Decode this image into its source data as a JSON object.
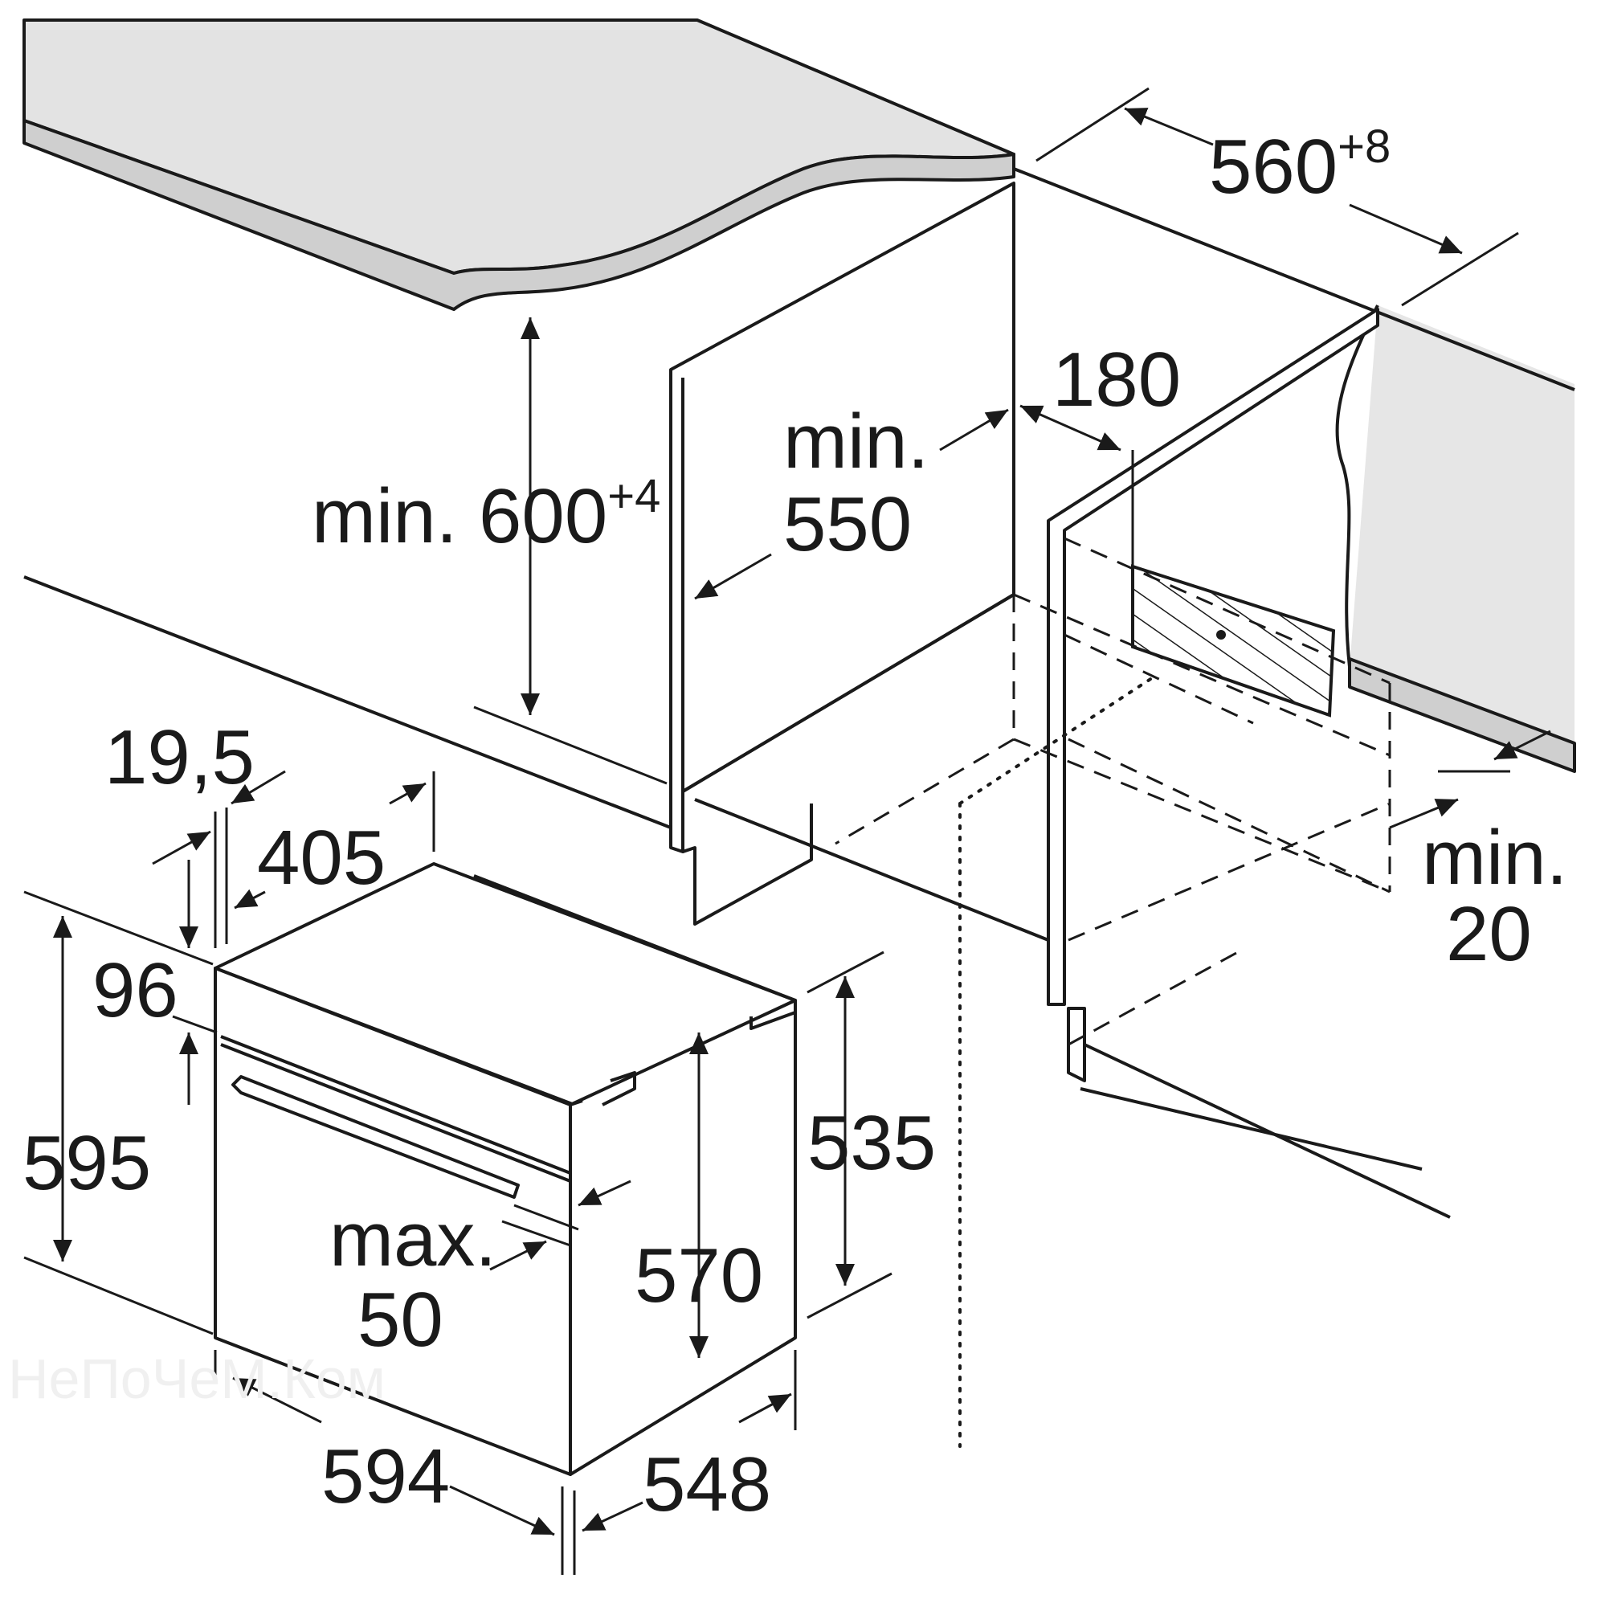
{
  "dimensions": {
    "niche_width": "560",
    "niche_width_tol": "+8",
    "niche_height": "min. 600",
    "niche_height_tol": "+4",
    "depth_min_line1": "min.",
    "depth_min_line2": "550",
    "vent_depth": "180",
    "vent_gap_line1": "min.",
    "vent_gap_line2": "20",
    "front_thickness": "19,5",
    "top_depth": "405",
    "panel_height": "96",
    "total_height": "595",
    "body_height": "570",
    "side_height": "535",
    "handle_depth_line1": "max.",
    "handle_depth_line2": "50",
    "total_width": "594",
    "body_depth": "548"
  },
  "watermark": "НеПоЧеМ.Ком"
}
